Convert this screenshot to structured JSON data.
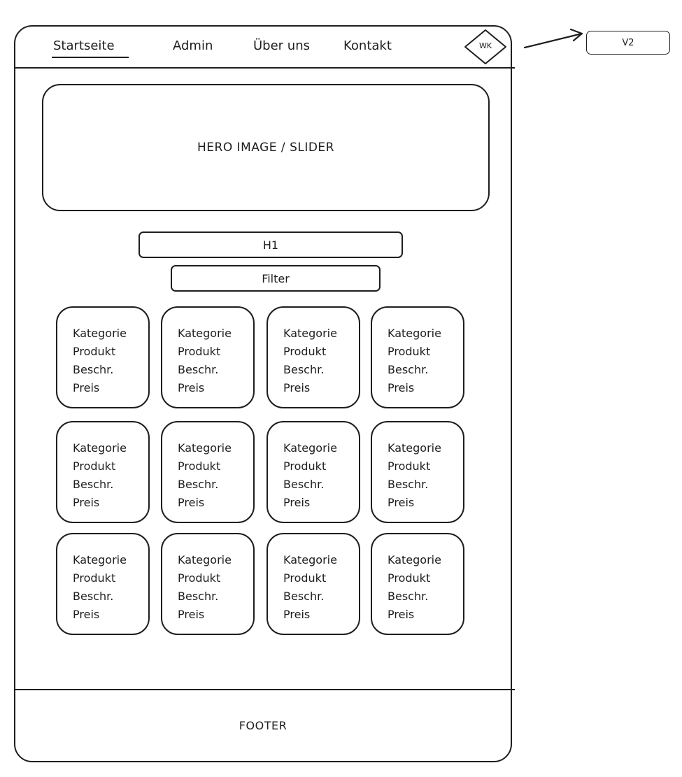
{
  "nav": {
    "items": [
      {
        "label": "Startseite",
        "active": true
      },
      {
        "label": "Admin",
        "active": false
      },
      {
        "label": "Über uns",
        "active": false
      },
      {
        "label": "Kontakt",
        "active": false
      }
    ],
    "cart_label": "WK"
  },
  "version_label": "V2",
  "hero_label": "HERO IMAGE / SLIDER",
  "heading_label": "H1",
  "filter_label": "Filter",
  "products": [
    {
      "category": "Kategorie",
      "product": "Produkt",
      "description": "Beschr.",
      "price": "Preis"
    },
    {
      "category": "Kategorie",
      "product": "Produkt",
      "description": "Beschr.",
      "price": "Preis"
    },
    {
      "category": "Kategorie",
      "product": "Produkt",
      "description": "Beschr.",
      "price": "Preis"
    },
    {
      "category": "Kategorie",
      "product": "Produkt",
      "description": "Beschr.",
      "price": "Preis"
    },
    {
      "category": "Kategorie",
      "product": "Produkt",
      "description": "Beschr.",
      "price": "Preis"
    },
    {
      "category": "Kategorie",
      "product": "Produkt",
      "description": "Beschr.",
      "price": "Preis"
    },
    {
      "category": "Kategorie",
      "product": "Produkt",
      "description": "Beschr.",
      "price": "Preis"
    },
    {
      "category": "Kategorie",
      "product": "Produkt",
      "description": "Beschr.",
      "price": "Preis"
    },
    {
      "category": "Kategorie",
      "product": "Produkt",
      "description": "Beschr.",
      "price": "Preis"
    },
    {
      "category": "Kategorie",
      "product": "Produkt",
      "description": "Beschr.",
      "price": "Preis"
    },
    {
      "category": "Kategorie",
      "product": "Produkt",
      "description": "Beschr.",
      "price": "Preis"
    },
    {
      "category": "Kategorie",
      "product": "Produkt",
      "description": "Beschr.",
      "price": "Preis"
    }
  ],
  "footer_label": "FOOTER",
  "colors": {
    "stroke": "#1e1e1e",
    "background": "#ffffff"
  }
}
